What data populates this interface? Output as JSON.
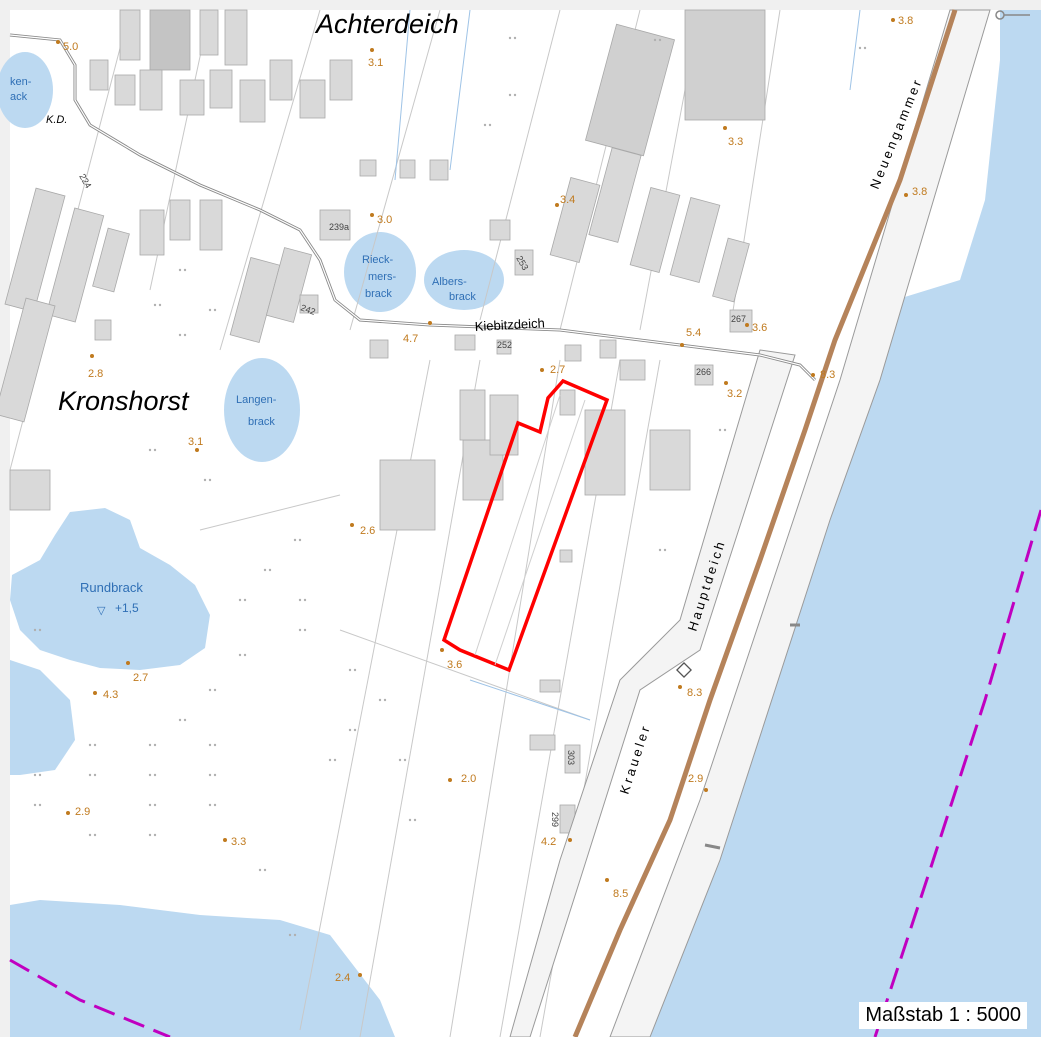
{
  "colors": {
    "water": "#bcd9f1",
    "water_text": "#2f6fb5",
    "building": "#d9d9d9",
    "building_stroke": "#a9a9a9",
    "road": "#8a8a8a",
    "dike": "#b5835a",
    "spot": "#c07a1e",
    "boundary": "#ff0000",
    "admin_line": "#c000c0",
    "background": "#ffffff",
    "frame": "#f0f0f0"
  },
  "places": {
    "achterdeich": "Achterdeich",
    "kronshorst": "Kronshorst"
  },
  "streets": {
    "kiebitzdeich": "Kiebitzdeich",
    "neuengammer": "Neuengammer",
    "hauptdeich": "Hauptdeich",
    "kraueler": "Kraueler"
  },
  "water_bodies": {
    "rundbrack": "Rundbrack",
    "rundbrack_level": "+1,5",
    "langen_1": "Langen-",
    "langen_2": "brack",
    "rieck_1": "Rieck-",
    "rieck_2": "mers-",
    "rieck_3": "brack",
    "albers_1": "Albers-",
    "albers_2": "brack",
    "left_1": "ken-",
    "left_2": "ack"
  },
  "misc_labels": {
    "kd": "K.D."
  },
  "spot_heights": [
    "5.0",
    "3.1",
    "3.3",
    "3.8",
    "3.8",
    "3.4",
    "3.0",
    "2.8",
    "4.7",
    "2.7",
    "5.4",
    "3.6",
    "8.3",
    "3.2",
    "3.1",
    "2.6",
    "3.6",
    "2.7",
    "4.3",
    "2.0",
    "8.3",
    "2.9",
    "2.9",
    "3.3",
    "4.2",
    "8.5",
    "2.4"
  ],
  "house_numbers": [
    "224",
    "239a",
    "253",
    "242",
    "252",
    "267",
    "266",
    "303",
    "299"
  ],
  "scale": {
    "label": "Maßstab 1 : 5000"
  }
}
